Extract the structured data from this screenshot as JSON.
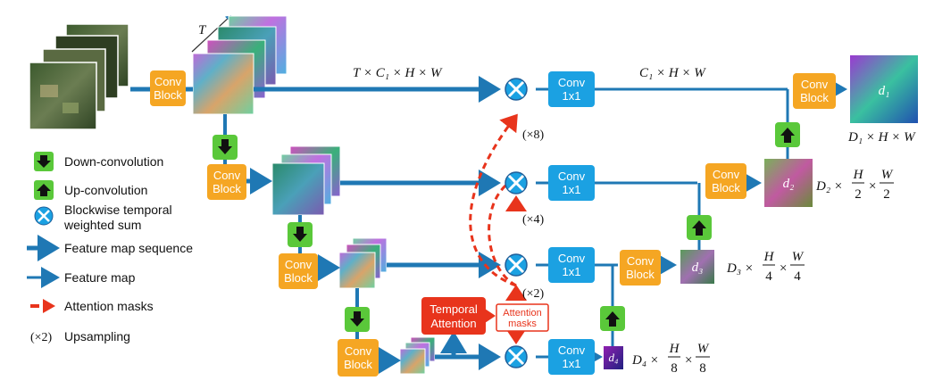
{
  "blocks": {
    "conv_block": "Conv\nBlock",
    "conv_1x1": "Conv\n1x1",
    "temporal_attention": "Temporal\nAttention",
    "attention_masks": "Attention\nmasks"
  },
  "labels": {
    "t_axis": "T",
    "top_seq_dim": "T × C₁ × H × W",
    "top_map_dim": "C₁ × H × W",
    "d1_dim": "D₁ × H × W",
    "up8": "(×8)",
    "up4": "(×4)",
    "up2": "(×2)",
    "d1": "d₁",
    "d2": "d₂",
    "d3": "d₃",
    "d4": "d₄"
  },
  "legend": {
    "down": "Down-convolution",
    "up": "Up-convolution",
    "wsum_1": "Blockwise temporal",
    "wsum_2": "weighted sum",
    "seq": "Feature map sequence",
    "map": "Feature map",
    "attn": "Attention masks",
    "ups_sym": "(×2)",
    "ups": "Upsampling"
  },
  "colors": {
    "conv_block": "#f5a623",
    "conv_1x1": "#1ba1e2",
    "arrow_blue": "#1f78b4",
    "green": "#5ac83a",
    "red": "#e8341c"
  }
}
